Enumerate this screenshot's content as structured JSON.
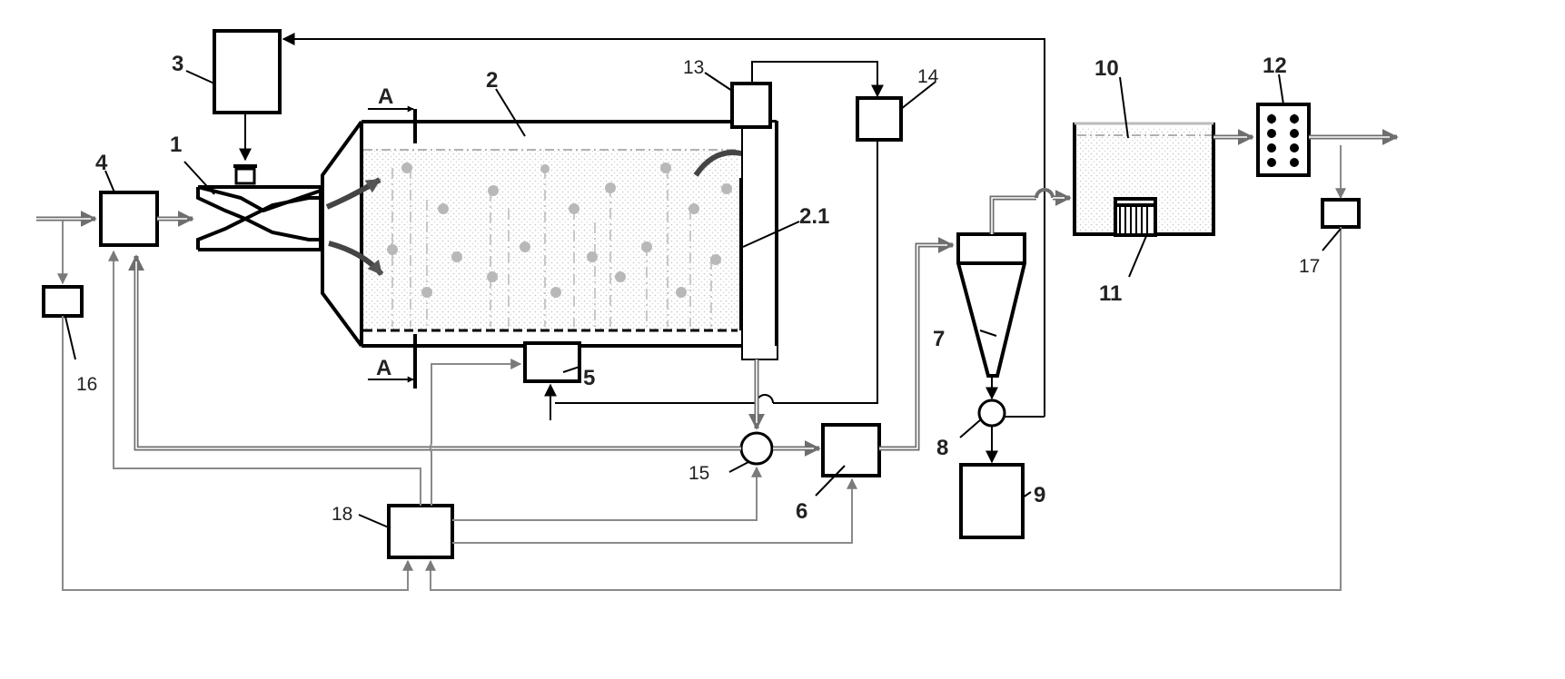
{
  "labels": {
    "n1": "1",
    "n2": "2",
    "n2_1": "2.1",
    "n3": "3",
    "n4": "4",
    "n5": "5",
    "n6": "6",
    "n7": "7",
    "n8": "8",
    "n9": "9",
    "n10": "10",
    "n11": "11",
    "n12": "12",
    "n13": "13",
    "n14": "14",
    "n15": "15",
    "n16": "16",
    "n17": "17",
    "n18": "18",
    "section_a_top": "A",
    "section_a_bottom": "A"
  },
  "colors": {
    "line": "#000000",
    "pipe": "#6e6e6e",
    "signal": "#8a8a8a",
    "fill_dots": "#c4c4c4"
  }
}
